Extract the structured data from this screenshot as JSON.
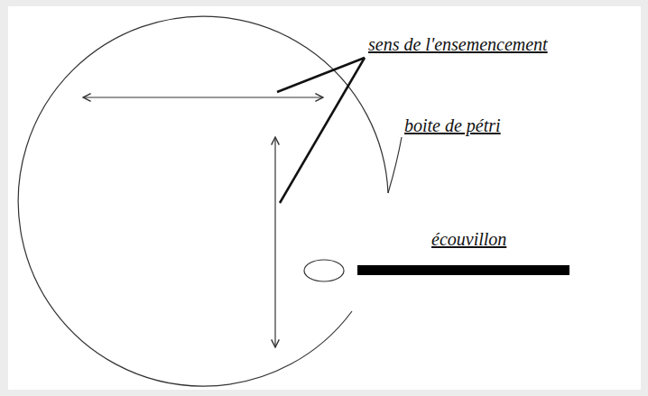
{
  "diagram": {
    "labels": [
      "sens de l'ensemencement",
      "boite de pétri",
      "écouvillon"
    ]
  }
}
